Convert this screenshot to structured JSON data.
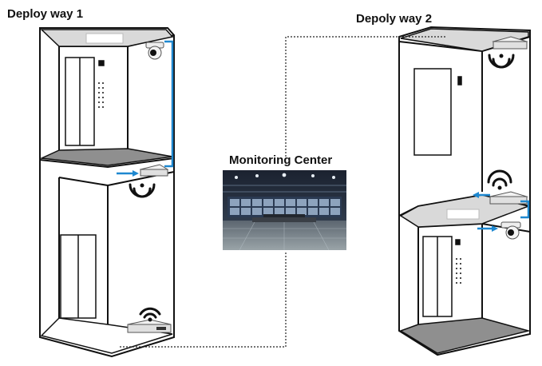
{
  "diagram": {
    "deploy_way_1_title": "Deploy way 1",
    "deploy_way_2_title": "Depoly way 2",
    "monitoring_center_title": "Monitoring Center"
  },
  "icons": {
    "camera": "dome-camera-icon",
    "wireless_bridge": "wireless-bridge-icon",
    "wifi": "wifi-signal-icon"
  },
  "colors": {
    "cable": "#1e88d0",
    "outline": "#111111",
    "ceiling": "#d9d9d9",
    "floor": "#8f8f8f",
    "monitor_room": "#3d4a58"
  }
}
